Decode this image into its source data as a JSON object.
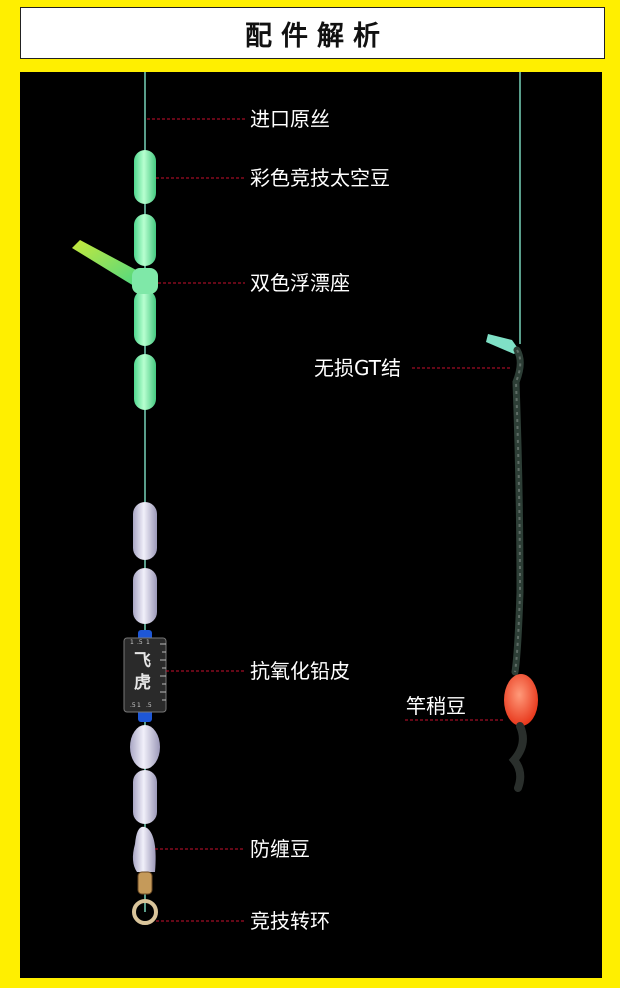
{
  "header": {
    "title": "配件解析"
  },
  "parts": {
    "main_line": "进口原丝",
    "space_beans": "彩色竞技太空豆",
    "float_seat": "双色浮漂座",
    "lead_skin": "抗氧化铅皮",
    "anti_tangle": "防缠豆",
    "swivel": "竞技转环",
    "gt_knot": "无损GT结",
    "rod_tip_bean": "竿稍豆"
  },
  "lead_clip": {
    "scale_numbers": [
      "1",
      ".5",
      "1",
      ".5",
      "1",
      ".5"
    ],
    "logo_text": "飞虎"
  },
  "colors": {
    "background": "#FFEF00",
    "panel": "#000000",
    "line": "#7fe0c6",
    "green_bean": "#8ff0b0",
    "white_bean": "#d8d6ea",
    "leader_dash": "#c8102e",
    "tip_bean": "#ff5a3c"
  }
}
